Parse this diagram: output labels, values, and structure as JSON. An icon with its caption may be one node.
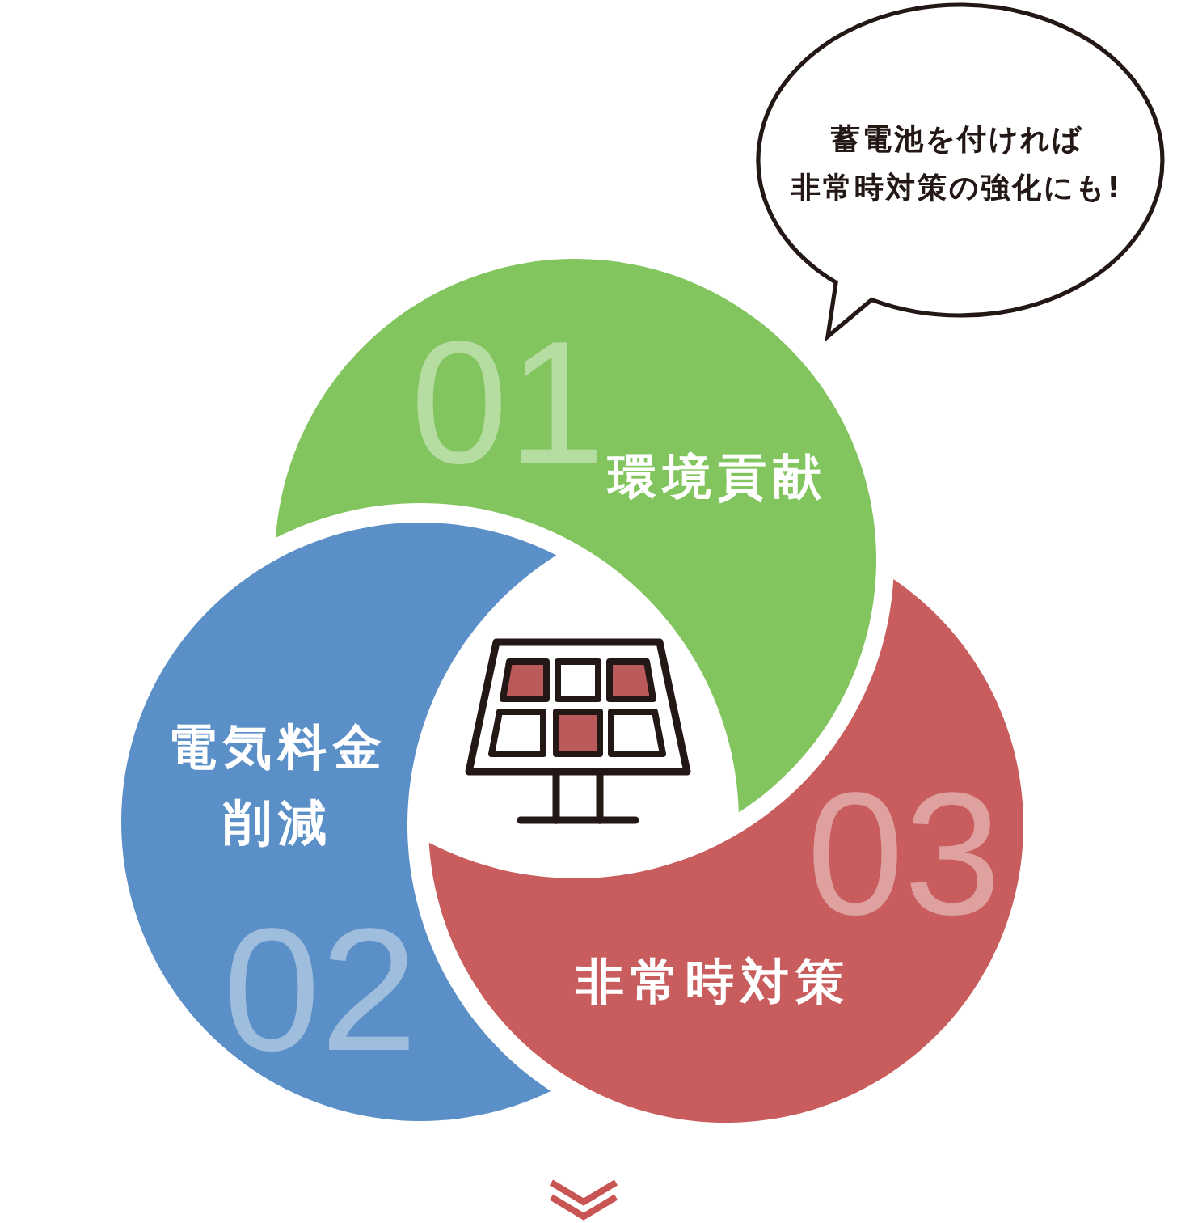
{
  "diagram": {
    "nodes": [
      {
        "text": [
          "蓄電池を付ければ非常時対策の強化にも!"
        ]
      },
      {
        "text": [
          "01",
          "環境貢献"
        ]
      },
      {
        "text": [
          "電気料金削減",
          "02"
        ]
      },
      {
        "text": [
          "03",
          "非常時対策"
        ]
      }
    ]
  }
}
